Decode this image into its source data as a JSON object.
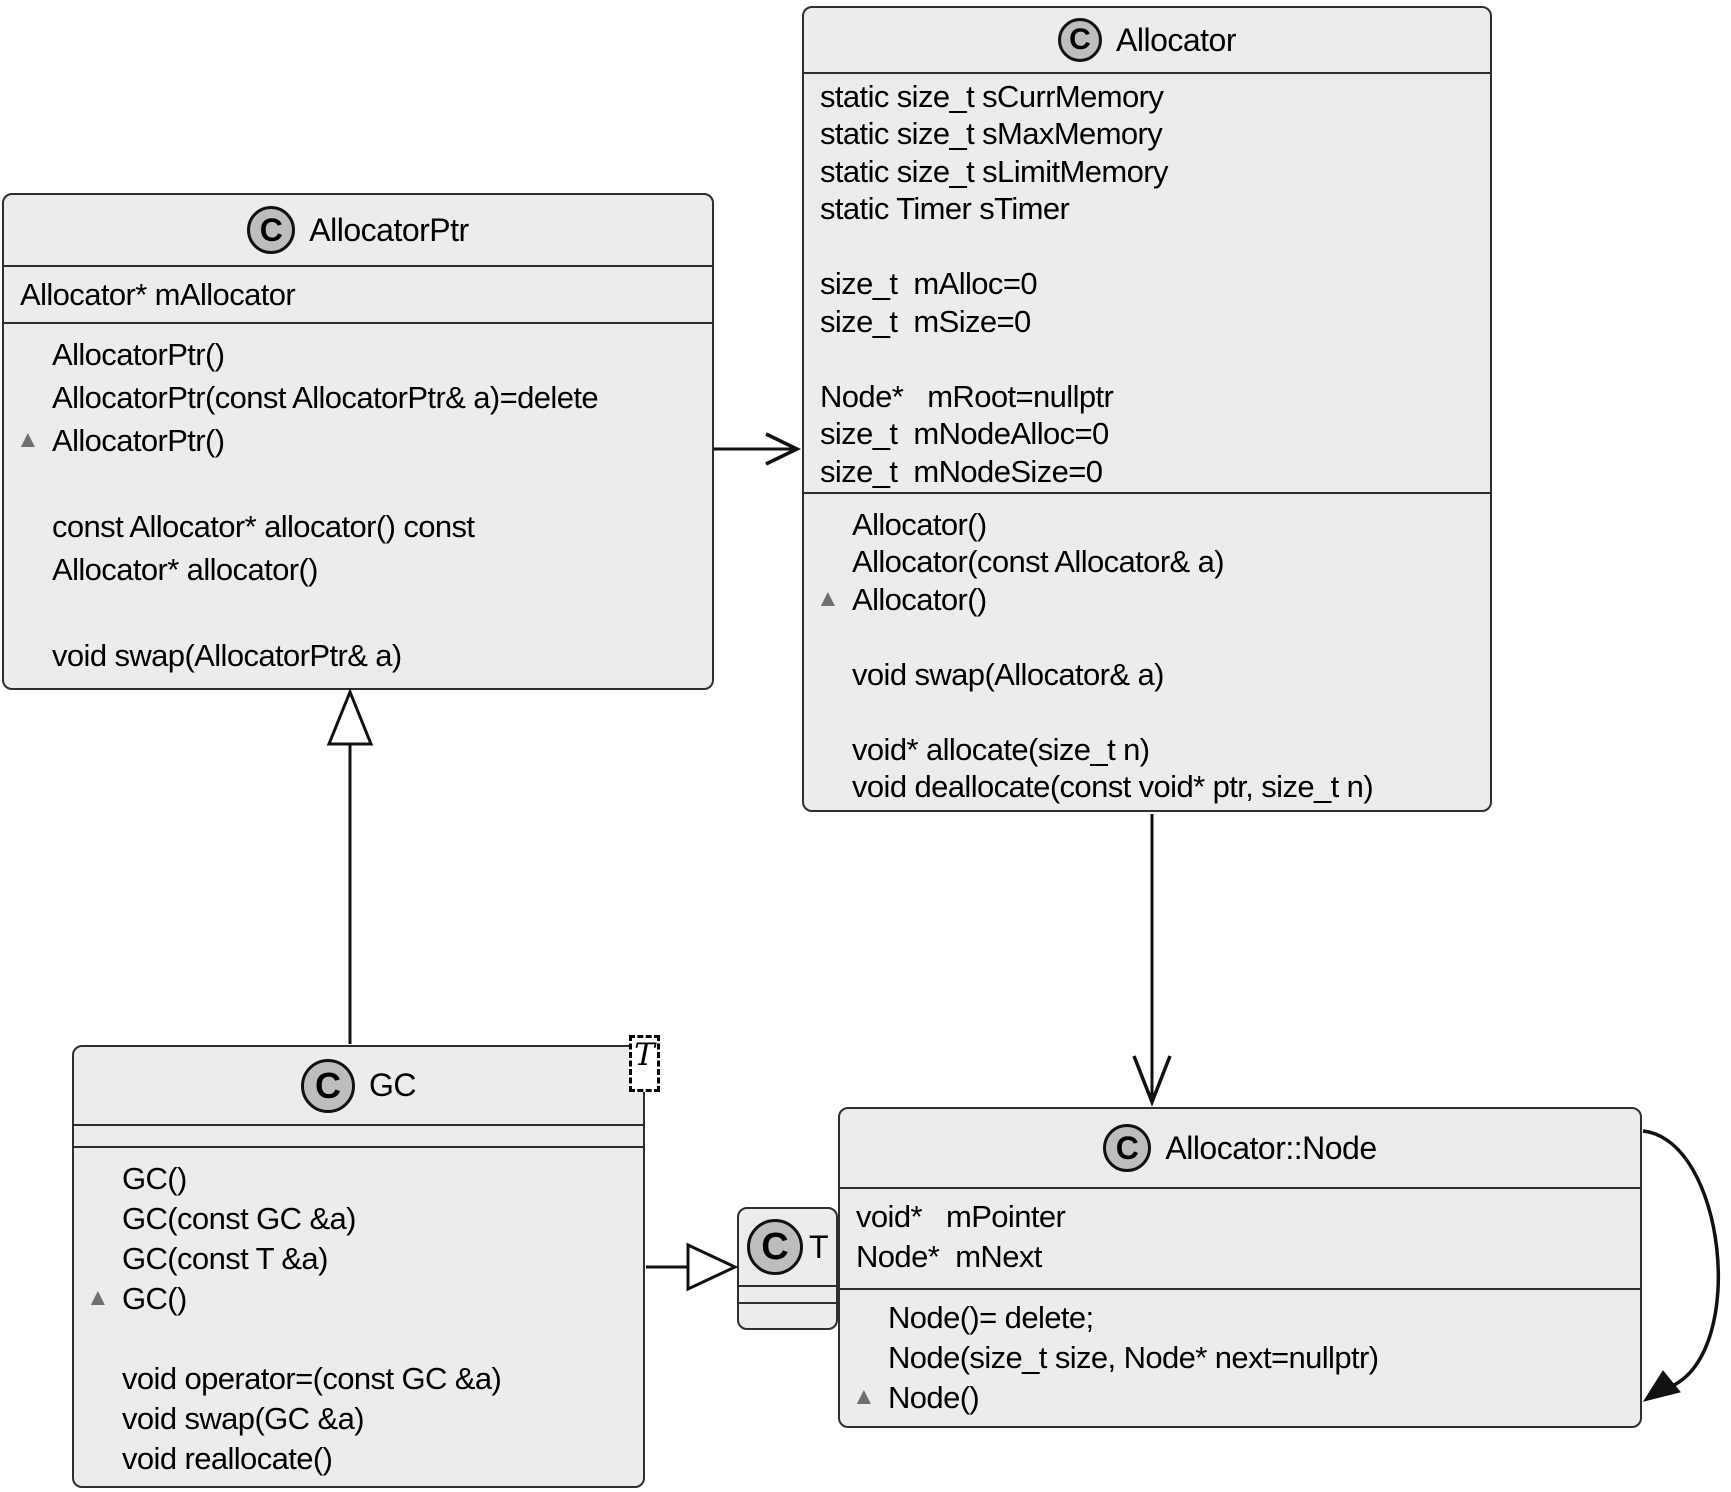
{
  "icons": {
    "class_letter": "C",
    "destructor_marker": "▲"
  },
  "colors": {
    "box_fill": "#ececec",
    "box_border": "#2e2e2e",
    "badge_fill": "#bdbdbd",
    "destructor_marker": "#6f6f6f",
    "arrow": "#111111",
    "background": "#ffffff"
  },
  "classes": {
    "allocator_ptr": {
      "title": "AllocatorPtr",
      "attributes": [
        "Allocator* mAllocator"
      ],
      "methods": [
        {
          "t": "AllocatorPtr()"
        },
        {
          "t": "AllocatorPtr(const AllocatorPtr& a)=delete"
        },
        {
          "m": true,
          "t": "AllocatorPtr()"
        },
        {
          "t": ""
        },
        {
          "t": "const Allocator* allocator() const"
        },
        {
          "t": "Allocator* allocator()"
        },
        {
          "t": ""
        },
        {
          "t": "void swap(AllocatorPtr& a)"
        }
      ]
    },
    "allocator": {
      "title": "Allocator",
      "attributes": [
        "static size_t sCurrMemory",
        "static size_t sMaxMemory",
        "static size_t sLimitMemory",
        "static Timer sTimer",
        "",
        "size_t  mAlloc=0",
        "size_t  mSize=0",
        "",
        "Node*   mRoot=nullptr",
        "size_t  mNodeAlloc=0",
        "size_t  mNodeSize=0"
      ],
      "methods": [
        {
          "t": "Allocator()"
        },
        {
          "t": "Allocator(const Allocator& a)"
        },
        {
          "m": true,
          "t": "Allocator()"
        },
        {
          "t": ""
        },
        {
          "t": "void swap(Allocator& a)"
        },
        {
          "t": ""
        },
        {
          "t": "void* allocate(size_t n)"
        },
        {
          "t": "void deallocate(const void* ptr, size_t n)"
        }
      ]
    },
    "gc": {
      "title": "GC",
      "template_param": "T",
      "methods": [
        {
          "t": "GC()"
        },
        {
          "t": "GC(const GC &a)"
        },
        {
          "t": "GC(const T &a)"
        },
        {
          "m": true,
          "t": "GC()"
        },
        {
          "t": ""
        },
        {
          "t": "void operator=(const GC &a)"
        },
        {
          "t": "void swap(GC &a)"
        },
        {
          "t": "void reallocate()"
        }
      ]
    },
    "t": {
      "title": "T"
    },
    "node": {
      "title": "Allocator::Node",
      "attributes": [
        "void*   mPointer",
        "Node*  mNext"
      ],
      "methods": [
        {
          "t": "Node()= delete;"
        },
        {
          "t": "Node(size_t size, Node* next=nullptr)"
        },
        {
          "m": true,
          "t": "Node()"
        }
      ]
    }
  },
  "relations": [
    {
      "from": "AllocatorPtr",
      "to": "Allocator",
      "type": "association"
    },
    {
      "from": "GC",
      "to": "AllocatorPtr",
      "type": "generalization"
    },
    {
      "from": "GC",
      "to": "T",
      "type": "generalization"
    },
    {
      "from": "Allocator",
      "to": "Allocator::Node",
      "type": "association"
    },
    {
      "from": "Allocator::Node",
      "to": "Allocator::Node",
      "type": "self-association"
    }
  ]
}
